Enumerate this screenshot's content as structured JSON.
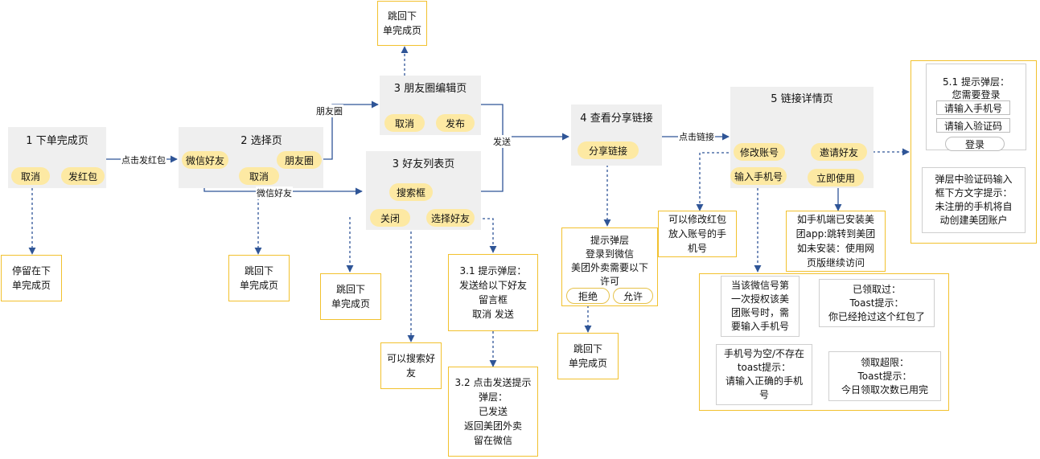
{
  "nodes": {
    "n1": {
      "title": "1 下单完成页",
      "btn_cancel": "取消",
      "btn_send": "发红包"
    },
    "n2": {
      "title": "2 选择页",
      "btn_wechat": "微信好友",
      "btn_moments": "朋友圈",
      "btn_cancel": "取消"
    },
    "n3a": {
      "title": "3 朋友圈编辑页",
      "btn_cancel": "取消",
      "btn_publish": "发布"
    },
    "n3b": {
      "title": "3 好友列表页",
      "search": "搜索框",
      "btn_close": "关闭",
      "btn_select": "选择好友"
    },
    "n4": {
      "title": "4 查看分享链接",
      "btn_share": "分享链接"
    },
    "n5": {
      "title": "5 链接详情页",
      "btn_modify": "修改账号",
      "btn_invite": "邀请好友",
      "input_phone": "输入手机号",
      "btn_use": "立即使用"
    }
  },
  "edge_labels": {
    "send_packet": "点击发红包",
    "moments": "朋友圈",
    "wechat_friend": "微信好友",
    "send": "发送",
    "click_link": "点击链接"
  },
  "notes": {
    "stay": "停留在下\n单完成页",
    "back_2": "跳回下\n单完成页",
    "back_top": "跳回下\n单完成页",
    "back_close": "跳回下\n单完成页",
    "search_friends": "可以搜索好\n友",
    "s31": "3.1 提示弹层：\n发送给以下好友\n留言框\n取消  发送",
    "s32": "3.2 点击发送提示\n弹层：\n已发送\n返回美团外卖\n留在微信",
    "auth_line1": "提示弹层",
    "auth_line2": "登录到微信",
    "auth_line3": "美团外卖需要以下",
    "auth_line4": "许可",
    "auth_reject": "拒绝",
    "auth_allow": "允许",
    "back_auth": "跳回下\n单完成页",
    "modify_note": "可以修改红包\n放入账号的手\n机号",
    "use_note": "如手机端已安装美\n团app:跳转到美团\n如未安装：使用网\n页版继续访问"
  },
  "phone_rules": {
    "first_auth": "当该微信号第\n一次授权该美\n团账号时，需\n要输入手机号",
    "received": "已领取过：\nToast提示：\n你已经抢过这个红包了",
    "empty": "手机号为空/不存在\ntoast提示：\n请输入正确的手机\n号",
    "limit": "领取超限：\nToast提示：\n今日领取次数已用完"
  },
  "login_panel": {
    "title": "5.1 提示弹层：",
    "subtitle": "您需要登录",
    "phone_placeholder": "请输入手机号",
    "code_placeholder": "请输入验证码",
    "login_button": "登录",
    "hint": "弹层中验证码输入\n框下方文字提示：\n未注册的手机将自\n动创建美团账户"
  },
  "colors": {
    "accent": "#f2c12e",
    "pill": "#fde9a3",
    "node": "#efefef",
    "arrow": "#2f5597"
  }
}
